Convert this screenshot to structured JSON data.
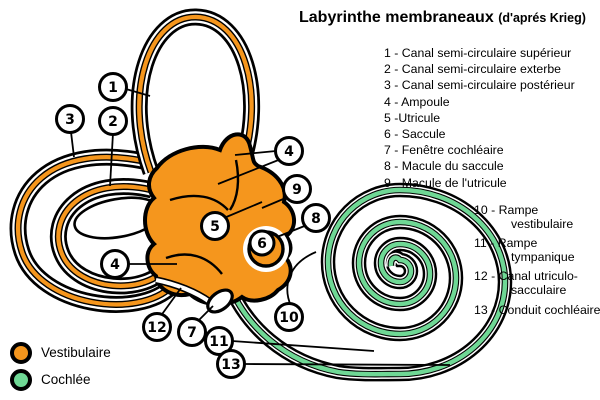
{
  "title": {
    "main": "Labyrinthe membraneaux",
    "sub": "(d'aprés Krieg)"
  },
  "legend_items_1_9": [
    "1 - Canal semi-circulaire supérieur",
    "2 - Canal semi-circulaire exterbe",
    "3 - Canal semi-circulaire postérieur",
    "4 - Ampoule",
    "5 -Utricule",
    "6 - Saccule",
    "7 - Fenêtre cochléaire",
    "8 - Macule du saccule",
    "9 - Macule de l'utricule"
  ],
  "legend_items_10_13": [
    "10 - Rampe vestibulaire",
    "11 - Rampe tympanique",
    "12 - Canal utriculo-sacculaire",
    "13 - Conduit cochléaire"
  ],
  "color_key": [
    {
      "label": "Vestibulaire",
      "color": "#F5961D"
    },
    {
      "label": "Cochlée",
      "color": "#6FD895"
    }
  ],
  "colors": {
    "vestibulaire_orange": "#F5961D",
    "cochlee_green": "#6FD895",
    "outline_black": "#000000",
    "background": "#FFFFFF"
  },
  "diagram": {
    "markers": {
      "m1": "1",
      "m2": "2",
      "m3": "3",
      "m4a": "4",
      "m4b": "4",
      "m5": "5",
      "m6": "6",
      "m7": "7",
      "m8": "8",
      "m9": "9",
      "m10": "10",
      "m11": "11",
      "m12": "12",
      "m13": "13"
    }
  }
}
